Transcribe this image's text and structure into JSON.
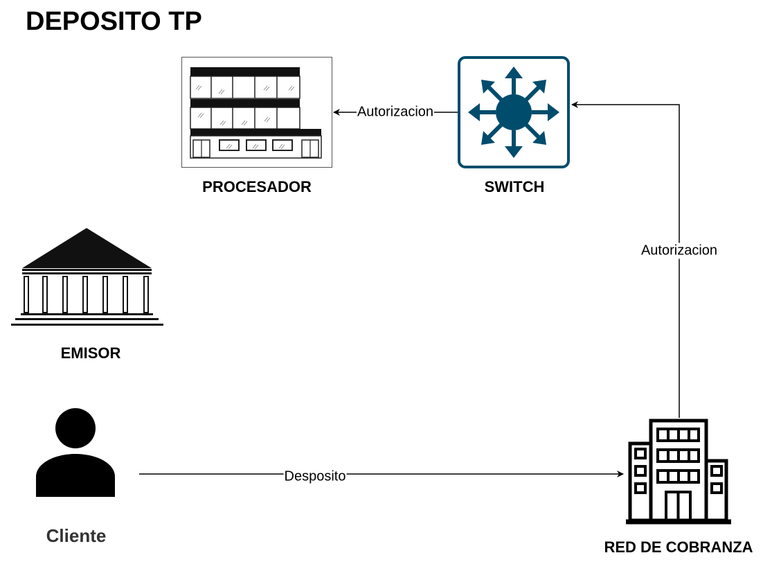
{
  "title": "DEPOSITO TP",
  "nodes": {
    "procesador": "PROCESADOR",
    "switch": "SWITCH",
    "emisor": "EMISOR",
    "cliente": "Cliente",
    "red_cobranza": "RED DE COBRANZA"
  },
  "edges": {
    "switch_to_procesador": "Autorizacion",
    "red_to_switch": "Autorizacion",
    "cliente_to_red": "Desposito"
  },
  "colors": {
    "switch_blue": "#004c6d",
    "line": "#000000"
  },
  "icons": {
    "procesador": "office-building-icon",
    "switch": "network-switch-icon",
    "emisor": "bank-icon",
    "cliente": "person-icon",
    "red_cobranza": "city-building-icon"
  }
}
